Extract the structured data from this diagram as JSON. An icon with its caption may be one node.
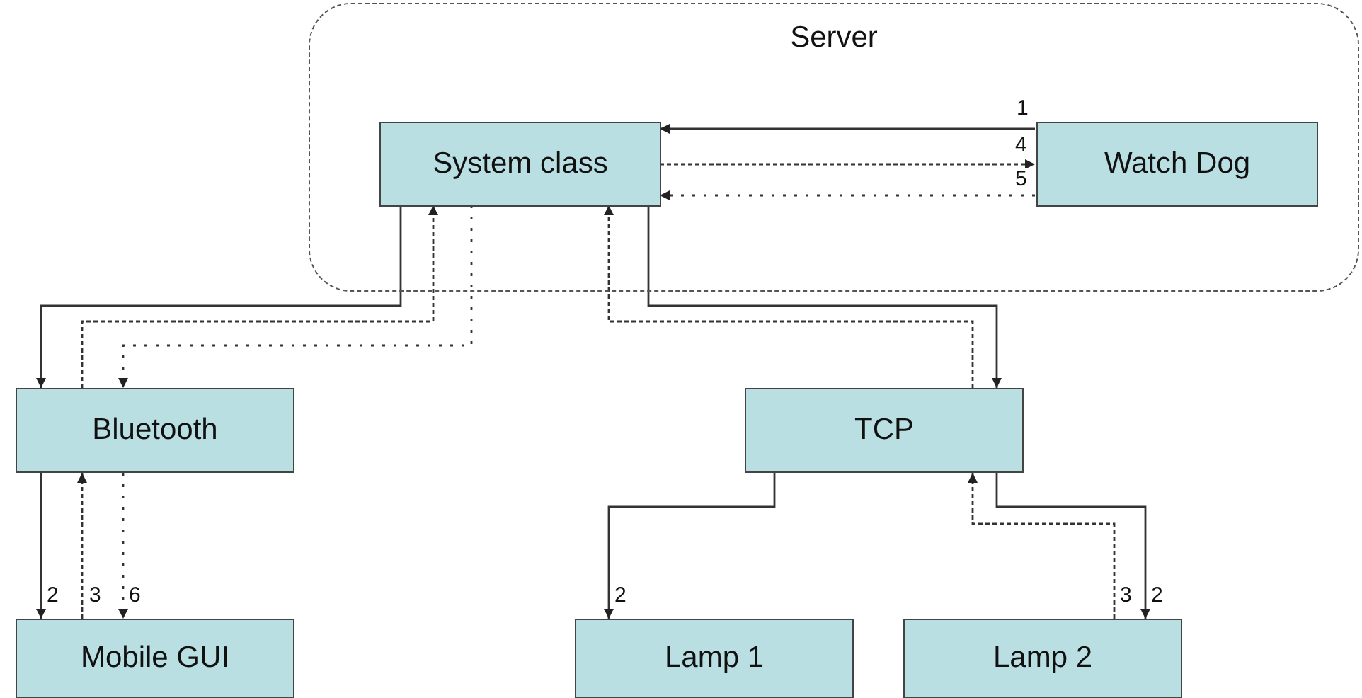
{
  "diagram": {
    "nodes": [
      {
        "text": [
          "Server"
        ]
      },
      {
        "text": [
          "System class"
        ],
        "in": 0
      },
      {
        "text": [
          "Watch Dog"
        ],
        "in": 0
      },
      {
        "text": [
          "Bluetooth"
        ]
      },
      {
        "text": [
          "TCP"
        ]
      },
      {
        "text": [
          "Mobile GUI"
        ]
      },
      {
        "text": [
          "Lamp 1"
        ]
      },
      {
        "text": [
          "Lamp 2"
        ]
      }
    ],
    "edges": [
      {
        "from": 2,
        "to": 1,
        "arrow": "to",
        "label": "1"
      },
      {
        "from": 1,
        "to": 2,
        "arrow": "to",
        "label": "4",
        "style": "dashed"
      },
      {
        "from": 2,
        "to": 1,
        "arrow": "to",
        "label": "5",
        "style": "dashed"
      },
      {
        "from": 1,
        "to": 3,
        "arrow": "to"
      },
      {
        "from": 3,
        "to": 1,
        "arrow": "to",
        "style": "dashed"
      },
      {
        "from": 1,
        "to": 3,
        "arrow": "to",
        "style": "dashed"
      },
      {
        "from": 1,
        "to": 4,
        "arrow": "to"
      },
      {
        "from": 4,
        "to": 1,
        "arrow": "to",
        "style": "dashed"
      },
      {
        "from": 3,
        "to": 5,
        "arrow": "to",
        "label": "2"
      },
      {
        "from": 5,
        "to": 3,
        "arrow": "to",
        "label": "3",
        "style": "dashed"
      },
      {
        "from": 3,
        "to": 5,
        "arrow": "to",
        "label": "6",
        "style": "dashed"
      },
      {
        "from": 4,
        "to": 6,
        "arrow": "to",
        "label": "2"
      },
      {
        "from": 7,
        "to": 4,
        "arrow": "to",
        "label": "3",
        "style": "dashed"
      },
      {
        "from": 4,
        "to": 7,
        "arrow": "to",
        "label": "2"
      }
    ]
  }
}
